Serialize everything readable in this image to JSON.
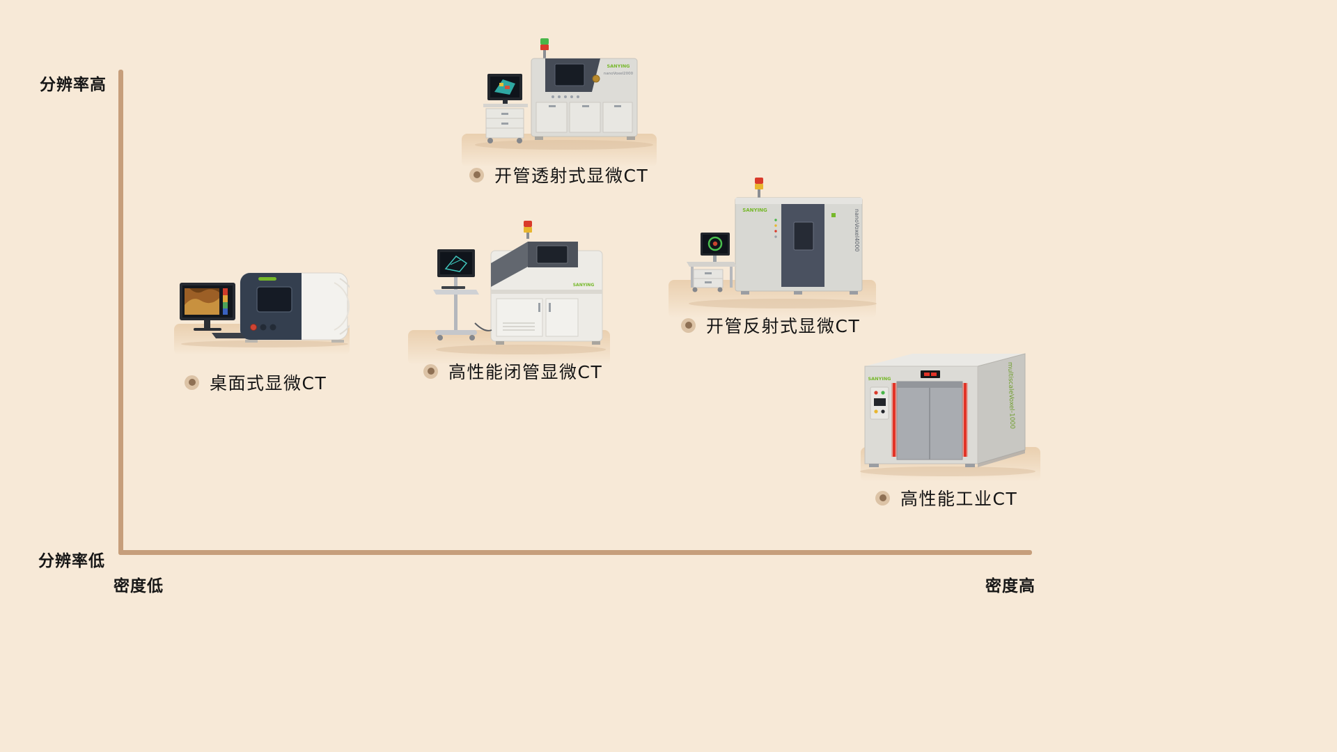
{
  "page": {
    "background_color": "#f7e9d7",
    "axis_color": "#c69e7b"
  },
  "axes": {
    "y_top": "分辨率高",
    "y_bottom": "分辨率低",
    "x_left": "密度低",
    "x_right": "密度高"
  },
  "products": [
    {
      "key": "desktop",
      "label": "桌面式显微CT"
    },
    {
      "key": "closed-tube",
      "label": "高性能闭管显微CT"
    },
    {
      "key": "open-transmission",
      "label": "开管透射式显微CT"
    },
    {
      "key": "open-reflection",
      "label": "开管反射式显微CT"
    },
    {
      "key": "industrial",
      "label": "高性能工业CT"
    }
  ],
  "machine_text": {
    "brand": "SANYING",
    "transmission_model": "nanoVoxel2000",
    "reflection_model": "nanoVoxel4000",
    "industrial_model": "multiscaleVoxel-1000"
  }
}
